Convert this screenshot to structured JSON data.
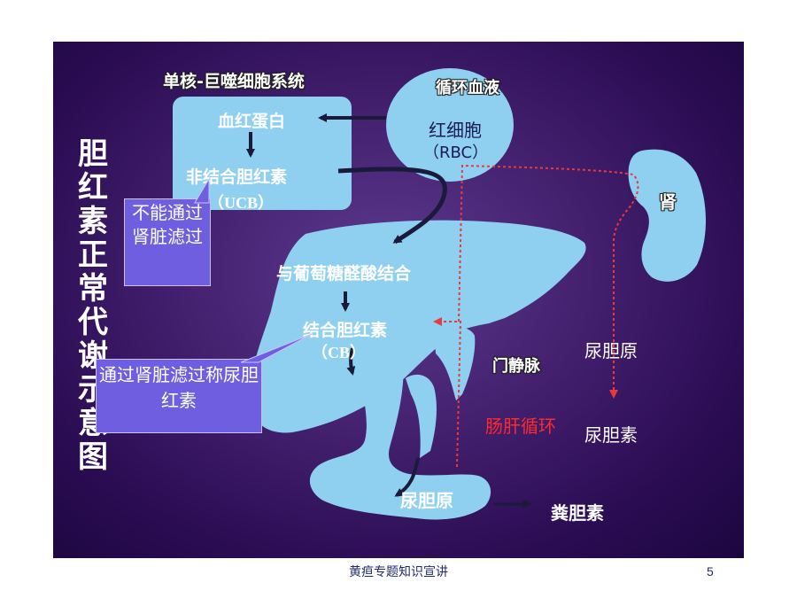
{
  "title": "胆红素正常代谢示意图",
  "labels": {
    "mononuclear_system": "单核-巨噬细胞系统",
    "circulation": "循环血液",
    "rbc": "红细胞",
    "rbc_abbr": "（RBC）",
    "hemoglobin": "血红蛋白",
    "ucb": "非结合胆红素",
    "ucb_abbr": "（UCB）",
    "glucuronide": "与葡萄糖醛酸结合",
    "cb": "结合胆红素",
    "cb_abbr": "（CB）",
    "portal_vein": "门静脉",
    "kidney": "肾",
    "urobilinogen_right": "尿胆原",
    "enterohepatic": "肠肝循环",
    "urobilin": "尿胆素",
    "urobilinogen_gut": "尿胆原",
    "stercobilin": "粪胆素"
  },
  "callouts": {
    "ucb_note": "不能通过肾脏滤过",
    "cb_note": "通过肾脏滤过称尿胆红素"
  },
  "footer": {
    "text": "黄疸专题知识宣讲",
    "page": "5"
  },
  "colors": {
    "organ": "#8fd0f1",
    "background": "#3b1766",
    "callout": "#6f5fe0",
    "enterohepatic": "#ff2a2a",
    "dotted_path": "#e83a3a"
  }
}
